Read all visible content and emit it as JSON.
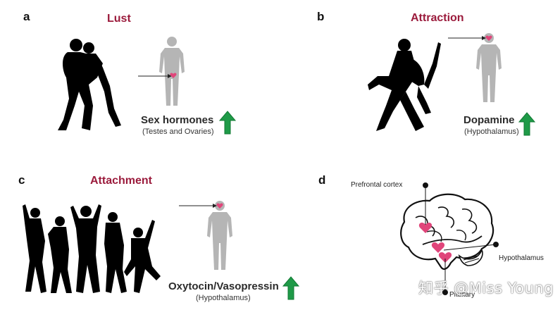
{
  "panels": {
    "a": {
      "letter": "a",
      "title": "Lust",
      "label": "Sex hormones",
      "sublabel": "(Testes and Ovaries)"
    },
    "b": {
      "letter": "b",
      "title": "Attraction",
      "label": "Dopamine",
      "sublabel": "(Hypothalamus)"
    },
    "c": {
      "letter": "c",
      "title": "Attachment",
      "label": "Oxytocin/Vasopressin",
      "sublabel": "(Hypothalamus)"
    },
    "d": {
      "letter": "d",
      "labels": {
        "prefrontal": "Prefrontal cortex",
        "hypothalamus": "Hypothalamus",
        "pituitary": "Pituitary"
      }
    }
  },
  "watermark": "知乎 @Miss Young",
  "colors": {
    "title": "#9b1b3c",
    "arrow_up": "#1f9a48",
    "heart": "#e0457a",
    "body": "#b5b5b5"
  },
  "icons": [
    "couple-silhouette",
    "dancing-couple-silhouette",
    "crowd-silhouette",
    "human-figure",
    "brain-outline",
    "heart-icon",
    "up-arrow-icon"
  ]
}
